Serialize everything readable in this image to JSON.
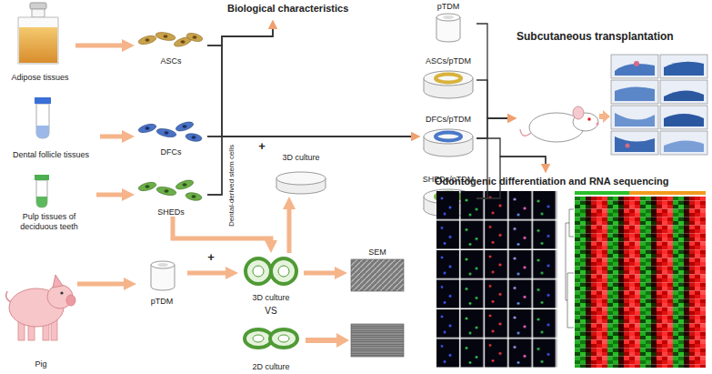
{
  "diagram": {
    "nodes": [
      {
        "text": [
          "Adipose tissues"
        ]
      },
      {
        "text": [
          "ASCs"
        ]
      },
      {
        "text": [
          "Dental follicle tissues"
        ]
      },
      {
        "text": [
          "DFCs"
        ]
      },
      {
        "text": [
          "Pulp tissues of deciduous teeth"
        ]
      },
      {
        "text": [
          "SHEDs"
        ]
      },
      {
        "text": [
          "Pig"
        ]
      },
      {
        "text": [
          "pTDM"
        ]
      },
      {
        "text": [
          "Biological characteristics"
        ]
      },
      {
        "text": [
          "3D culture"
        ]
      },
      {
        "text": [
          "pTDM"
        ]
      },
      {
        "text": [
          "ASCs/pTDM"
        ]
      },
      {
        "text": [
          "DFCs/pTDM"
        ]
      },
      {
        "text": [
          "SHEDs/pTDM"
        ]
      },
      {
        "text": [
          "3D culture"
        ]
      },
      {
        "text": [
          "2D culture"
        ]
      },
      {
        "text": [
          "SEM"
        ]
      },
      {
        "text": [
          "Subcutaneous transplantation"
        ]
      },
      {
        "text": [
          "Odontogenic differentiation and RNA sequencing"
        ]
      }
    ],
    "edges": [
      {
        "from": 0,
        "to": 1,
        "arrow": "to"
      },
      {
        "from": 2,
        "to": 3,
        "arrow": "to"
      },
      {
        "from": 4,
        "to": 5,
        "arrow": "to"
      },
      {
        "from": 6,
        "to": 7,
        "arrow": "to"
      },
      {
        "from": 7,
        "to": 14,
        "arrow": "to"
      },
      {
        "from": 5,
        "to": 14,
        "arrow": "to"
      },
      {
        "from": 14,
        "to": 16,
        "arrow": "to"
      },
      {
        "from": 14,
        "to": 9,
        "arrow": "to"
      },
      {
        "from": 1,
        "to": 8,
        "arrow": "to"
      },
      {
        "from": 3,
        "to": 8,
        "arrow": "to"
      },
      {
        "from": 5,
        "to": 8,
        "arrow": "to"
      },
      {
        "from": 1,
        "to": 12,
        "arrow": "to"
      },
      {
        "from": 3,
        "to": 12,
        "arrow": "to"
      },
      {
        "from": 5,
        "to": 12,
        "arrow": "to"
      },
      {
        "from": 10,
        "to": 17,
        "arrow": "to"
      },
      {
        "from": 11,
        "to": 17,
        "arrow": "to"
      },
      {
        "from": 12,
        "to": 17,
        "arrow": "to"
      },
      {
        "from": 13,
        "to": 17,
        "arrow": "to"
      },
      {
        "from": 12,
        "to": 18,
        "arrow": "to"
      },
      {
        "from": 13,
        "to": 18,
        "arrow": "to"
      }
    ],
    "labels": [
      "Dental-derived stem cells",
      "+",
      "+",
      "VS"
    ]
  }
}
